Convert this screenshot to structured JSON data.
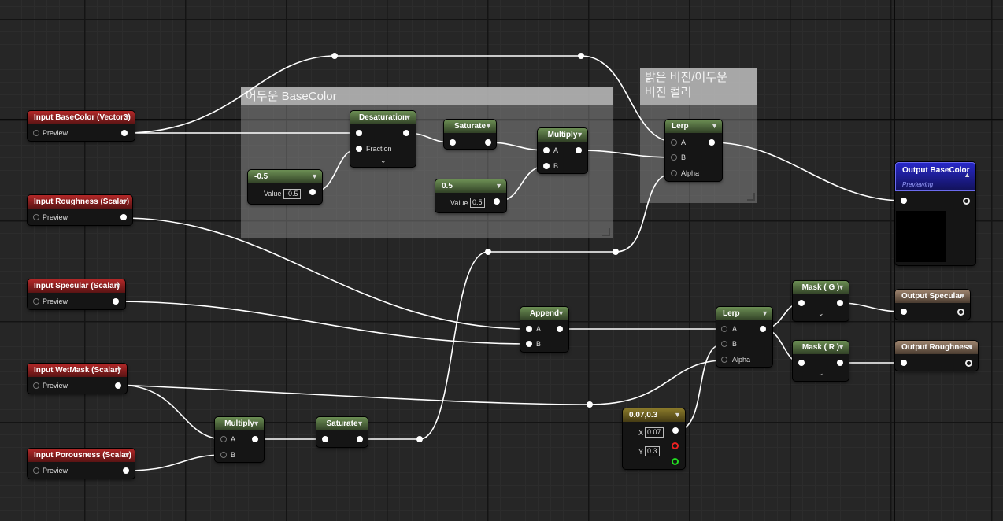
{
  "comments": {
    "dark": "어두운 BaseColor",
    "light_line1": "밝은 버진/어두운",
    "light_line2": "버진 컬러"
  },
  "inputs": {
    "basecolor": "Input BaseColor (Vector3)",
    "roughness": "Input Roughness (Scalar)",
    "specular": "Input Specular (Scalar)",
    "wetmask": "Input WetMask (Scalar)",
    "porousness": "Input Porousness (Scalar)",
    "preview": "Preview"
  },
  "nodes": {
    "desaturation": {
      "title": "Desaturation",
      "fraction": "Fraction"
    },
    "saturate_top": {
      "title": "Saturate"
    },
    "multiply_top": {
      "title": "Multiply",
      "a": "A",
      "b": "B"
    },
    "lerp_top": {
      "title": "Lerp",
      "a": "A",
      "b": "B",
      "alpha": "Alpha"
    },
    "const_neg": {
      "title": "-0.5",
      "value_label": "Value",
      "value": "-0.5"
    },
    "const_half": {
      "title": "0.5",
      "value_label": "Value",
      "value": "0.5"
    },
    "append": {
      "title": "Append",
      "a": "A",
      "b": "B"
    },
    "lerp_mid": {
      "title": "Lerp",
      "a": "A",
      "b": "B",
      "alpha": "Alpha"
    },
    "mask_g": {
      "title": "Mask ( G )"
    },
    "mask_r": {
      "title": "Mask ( R )"
    },
    "multiply_bottom": {
      "title": "Multiply",
      "a": "A",
      "b": "B"
    },
    "saturate_bottom": {
      "title": "Saturate"
    },
    "vec2": {
      "title": "0.07,0.3",
      "x_label": "X",
      "x": "0.07",
      "y_label": "Y",
      "y": "0.3"
    }
  },
  "outputs": {
    "basecolor": "Output BaseColor",
    "basecolor_status": "Previewing",
    "specular": "Output Specular",
    "roughness": "Output Roughness"
  },
  "colors": {
    "input_header": "#b32828",
    "math_header": "#6c8f54",
    "constant2_header": "#8a7a2a",
    "output_basecolor_header": "#2828c8",
    "output_header": "#a08670",
    "wire": "#ffffff"
  }
}
